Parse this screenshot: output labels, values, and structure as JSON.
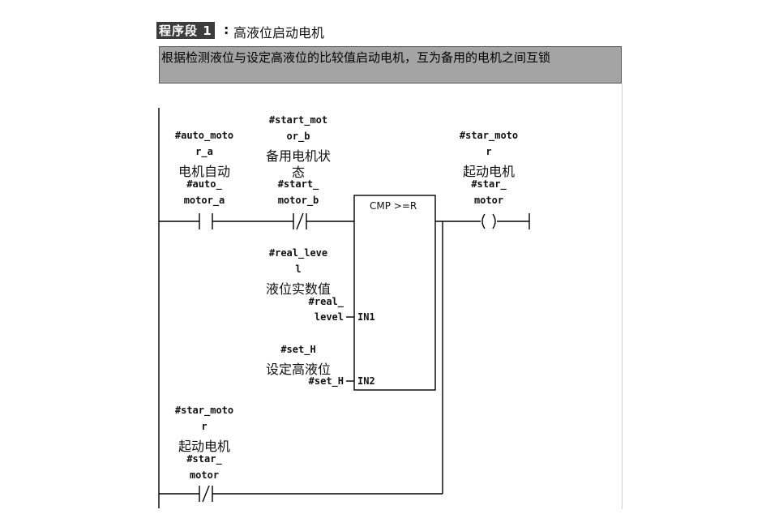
{
  "network": {
    "label": "程序段 1",
    "separator": ":",
    "title": "高液位启动电机",
    "comment": "根据检测液位与设定高液位的比较值启动电机，互为备用的电机之间互锁"
  },
  "contact_auto": {
    "symbol_line1": "#auto_moto",
    "symbol_line2": "r_a",
    "comment": "电机自动",
    "address_line1": "#auto_",
    "address_line2": "motor_a"
  },
  "contact_start_b": {
    "symbol_line1": "#start_mot",
    "symbol_line2": "or_b",
    "comment_line1": "备用电机状",
    "comment_line2": "态",
    "address_line1": "#start_",
    "address_line2": "motor_b"
  },
  "compare_block": {
    "title": "CMP >=R",
    "in1_label": "IN1",
    "in2_label": "IN2"
  },
  "in1_operand": {
    "symbol_line1": "#real_leve",
    "symbol_line2": "l",
    "comment": "液位实数值",
    "address_line1": "#real_",
    "address_line2": "level"
  },
  "in2_operand": {
    "symbol": "#set_H",
    "comment": "设定高液位",
    "address": "#set_H"
  },
  "coil_start": {
    "symbol_line1": "#star_moto",
    "symbol_line2": "r",
    "comment": "起动电机",
    "address_line1": "#star_",
    "address_line2": "motor",
    "glyph": "( )"
  },
  "contact_hold": {
    "symbol_line1": "#star_moto",
    "symbol_line2": "r",
    "comment": "起动电机",
    "address_line1": "#star_",
    "address_line2": "motor"
  }
}
